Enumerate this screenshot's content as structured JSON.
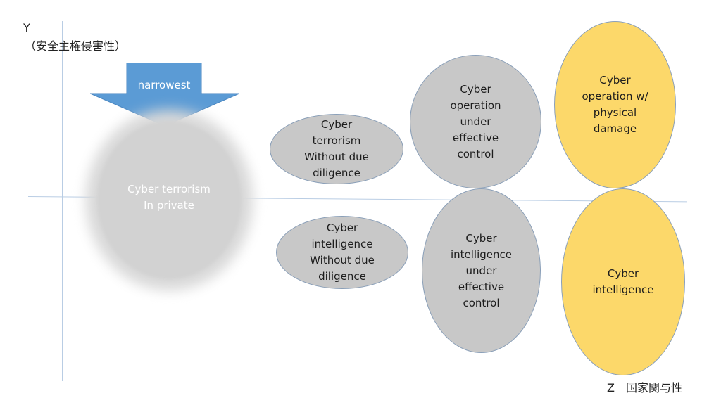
{
  "axes": {
    "y_letter": "Y",
    "y_description": "（安全主権侵害性）",
    "z_label": "Z　国家関与性"
  },
  "arrow": {
    "label": "narrowest",
    "color": "#5b9bd5"
  },
  "colors": {
    "gray": "#c8c8c8",
    "gold": "#fcd86a",
    "axis": "#b9cde4"
  },
  "categories": {
    "cyber_terrorism_private": "Cyber terrorism\nIn private",
    "cyber_terrorism_no_dd": "Cyber\nterrorism\nWithout  due\ndiligence",
    "cyber_intel_no_dd": "Cyber\nintelligence\nWithout  due\ndiligence",
    "cyber_op_effective_control": "Cyber\noperation\nunder\neffective\ncontrol",
    "cyber_intel_effective_control": "Cyber\nintelligence\nunder\neffective\ncontrol",
    "cyber_op_physical_damage": "Cyber\noperation  w/\nphysical\ndamage",
    "cyber_intelligence": "Cyber\nintelligence"
  }
}
